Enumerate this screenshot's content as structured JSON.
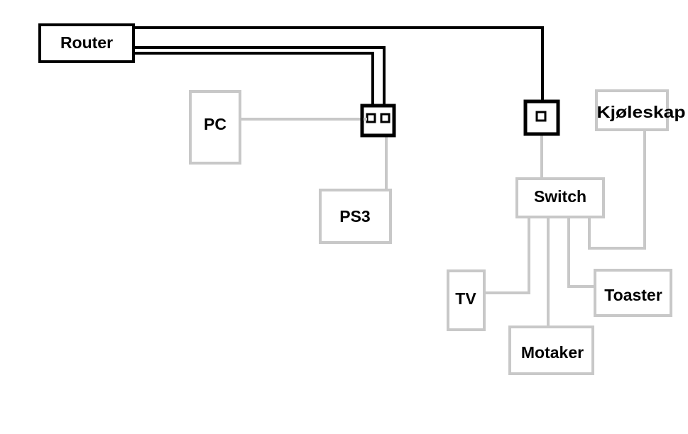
{
  "diagram": {
    "nodes": {
      "router": "Router",
      "pc": "PC",
      "ps3": "PS3",
      "switch": "Switch",
      "kjoleskap": "Kjøleskap",
      "tv": "TV",
      "toaster": "Toaster",
      "motaker": "Motaker"
    },
    "colors": {
      "primary_wiring": "#000000",
      "device_wiring": "#c8c8c8",
      "background": "#ffffff"
    }
  }
}
